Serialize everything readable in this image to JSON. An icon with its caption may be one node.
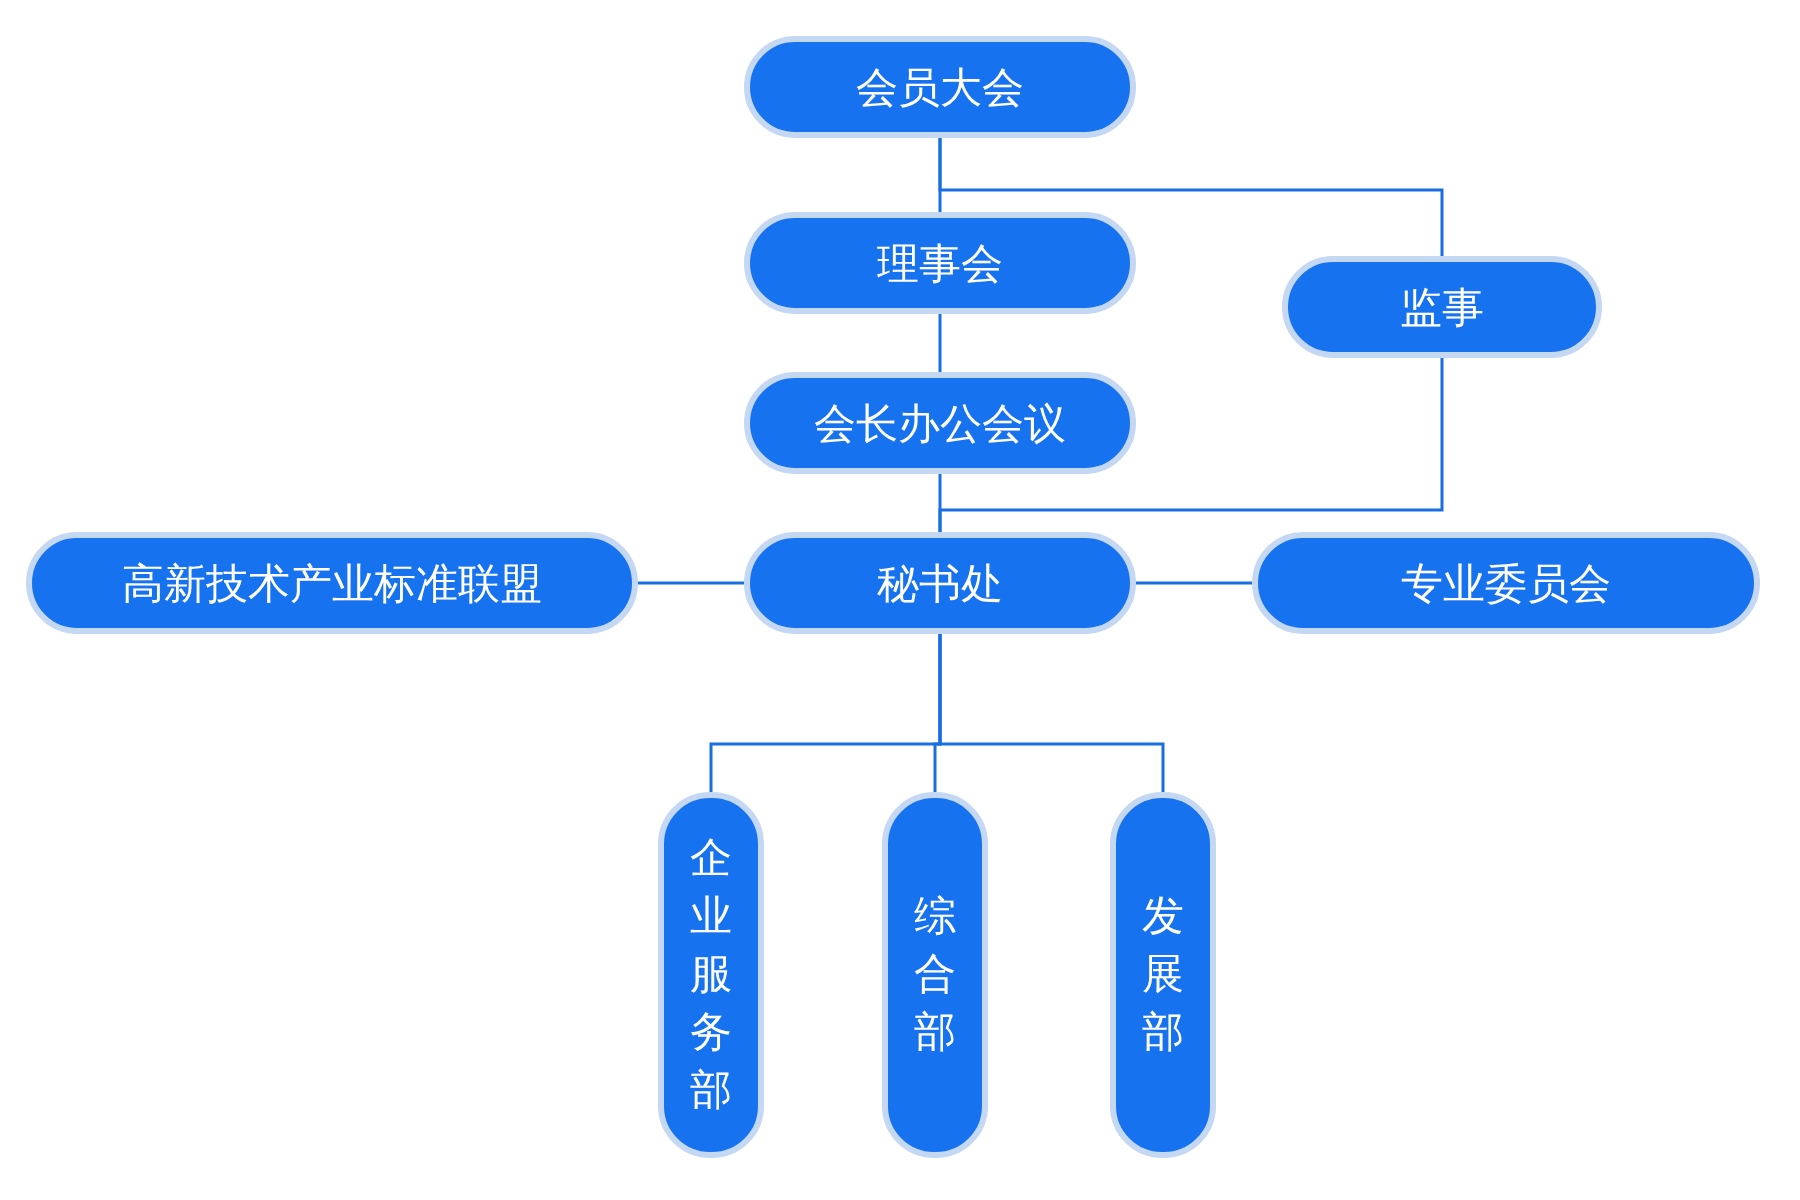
{
  "diagram": {
    "nodes": [
      {
        "text": [
          "会员大会"
        ]
      },
      {
        "text": [
          "理事会"
        ]
      },
      {
        "text": [
          "监事"
        ]
      },
      {
        "text": [
          "会长办公会议"
        ]
      },
      {
        "text": [
          "高新技术产业标准联盟"
        ]
      },
      {
        "text": [
          "秘书处"
        ]
      },
      {
        "text": [
          "专业委员会"
        ]
      },
      {
        "text": [
          "企业服务部"
        ]
      },
      {
        "text": [
          "综合部"
        ]
      },
      {
        "text": [
          "发展部"
        ]
      }
    ],
    "edges": [
      {
        "from": 0,
        "to": 1,
        "arrow": "none"
      },
      {
        "from": 1,
        "to": 3,
        "arrow": "none"
      },
      {
        "from": 3,
        "to": 5,
        "arrow": "none"
      },
      {
        "from": 0,
        "to": 2,
        "arrow": "none"
      },
      {
        "from": 2,
        "to": 5,
        "arrow": "none"
      },
      {
        "from": 5,
        "to": 4,
        "arrow": "none"
      },
      {
        "from": 5,
        "to": 6,
        "arrow": "none"
      },
      {
        "from": 5,
        "to": 7,
        "arrow": "none"
      },
      {
        "from": 5,
        "to": 8,
        "arrow": "none"
      },
      {
        "from": 5,
        "to": 9,
        "arrow": "none"
      }
    ]
  }
}
